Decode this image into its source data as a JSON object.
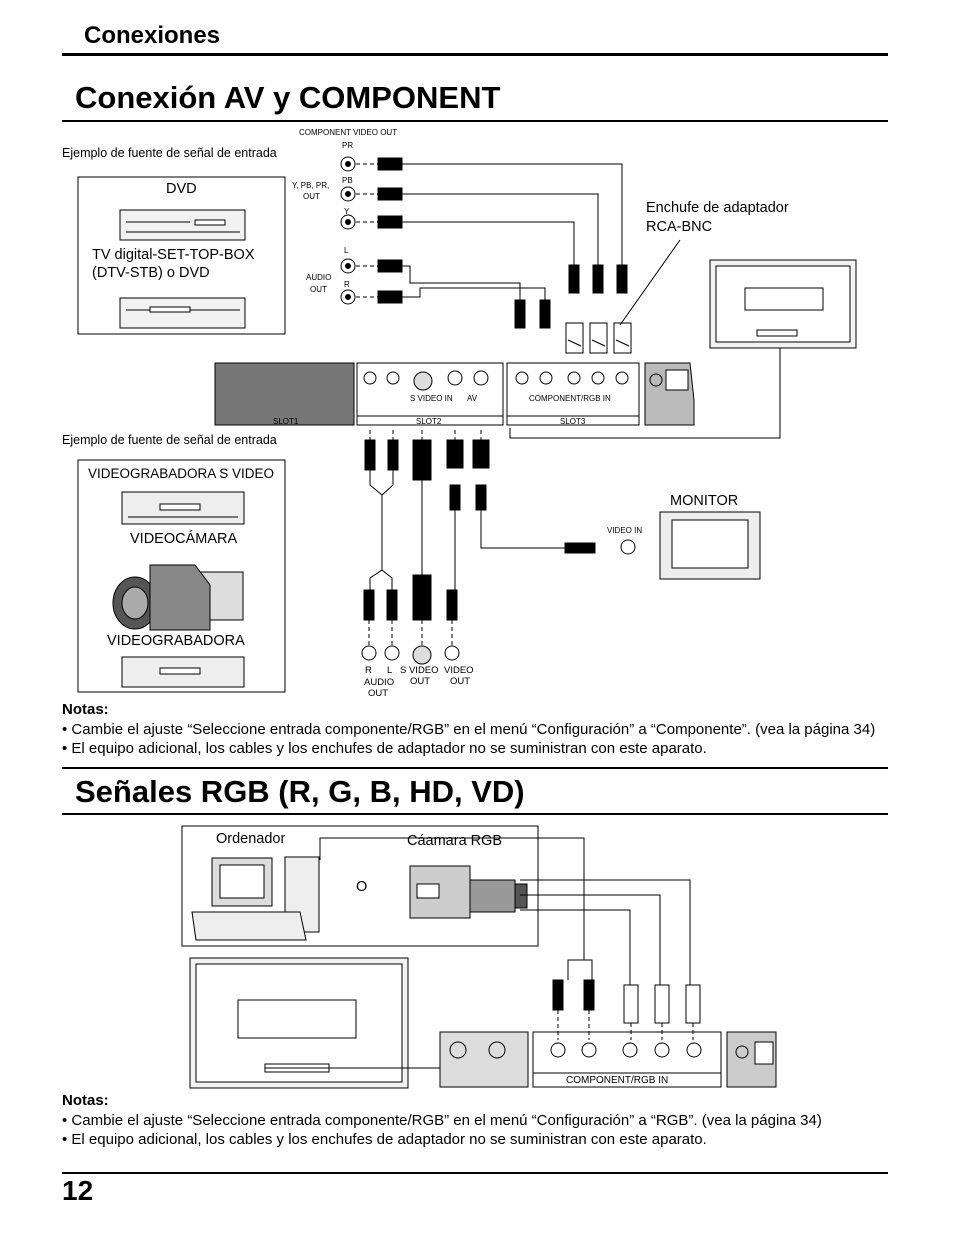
{
  "header": {
    "section": "Conexiones"
  },
  "section1": {
    "title": "Conexión AV y COMPONENT",
    "example_label_1": "Ejemplo de fuente de señal de entrada",
    "example_label_2": "Ejemplo de fuente de señal de entrada",
    "source1": {
      "dvd": "DVD",
      "stb_line1": "TV digital-SET-TOP-BOX",
      "stb_line2": "(DTV-STB) o DVD"
    },
    "source2": {
      "svideo_vcr": "VIDEOGRABADORA S VIDEO",
      "camcorder": "VIDEOCÁMARA",
      "vcr": "VIDEOGRABADORA"
    },
    "component_out": "COMPONENT VIDEO OUT",
    "pr": "PR",
    "pb": "PB",
    "y": "Y",
    "ypbpr_out_line1": "Y, PB, PR,",
    "ypbpr_out_line2": "OUT",
    "l": "L",
    "r": "R",
    "audio_out_line1": "AUDIO",
    "audio_out_line2": "OUT",
    "adapter_line1": "Enchufe de adaptador",
    "adapter_line2": "RCA-BNC",
    "monitor": "MONITOR",
    "video_in": "VIDEO IN",
    "slot1": "SLOT1",
    "slot2": "SLOT2",
    "slot3": "SLOT3",
    "av": "AV",
    "s_video_in": "S VIDEO IN",
    "component_rgb_in": "COMPONENT/RGB IN",
    "bottom_r": "R",
    "bottom_l": "L",
    "bottom_audio_out_line1": "AUDIO",
    "bottom_audio_out_line2": "OUT",
    "bottom_svideo_line1": "S VIDEO",
    "bottom_svideo_line2": "OUT",
    "bottom_video_line1": "VIDEO",
    "bottom_video_line2": "OUT",
    "notes_title": "Notas:",
    "notes": [
      "Cambie el ajuste “Seleccione entrada componente/RGB” en el menú “Configuración” a “Componente”. (vea la página 34)",
      "El equipo adicional, los cables y los enchufes de adaptador no se suministran con este aparato."
    ]
  },
  "section2": {
    "title": "Señales RGB (R, G, B, HD, VD)",
    "computer": "Ordenador",
    "or": "O",
    "rgb_camera": "Cáamara RGB",
    "component_rgb_in": "COMPONENT/RGB IN",
    "notes_title": "Notas:",
    "notes": [
      "Cambie el ajuste “Seleccione entrada componente/RGB” en el menú “Configuración” a “RGB”. (vea la página 34)",
      "El equipo adicional, los cables y los enchufes de adaptador no se suministran con este aparato."
    ]
  },
  "page_number": "12"
}
